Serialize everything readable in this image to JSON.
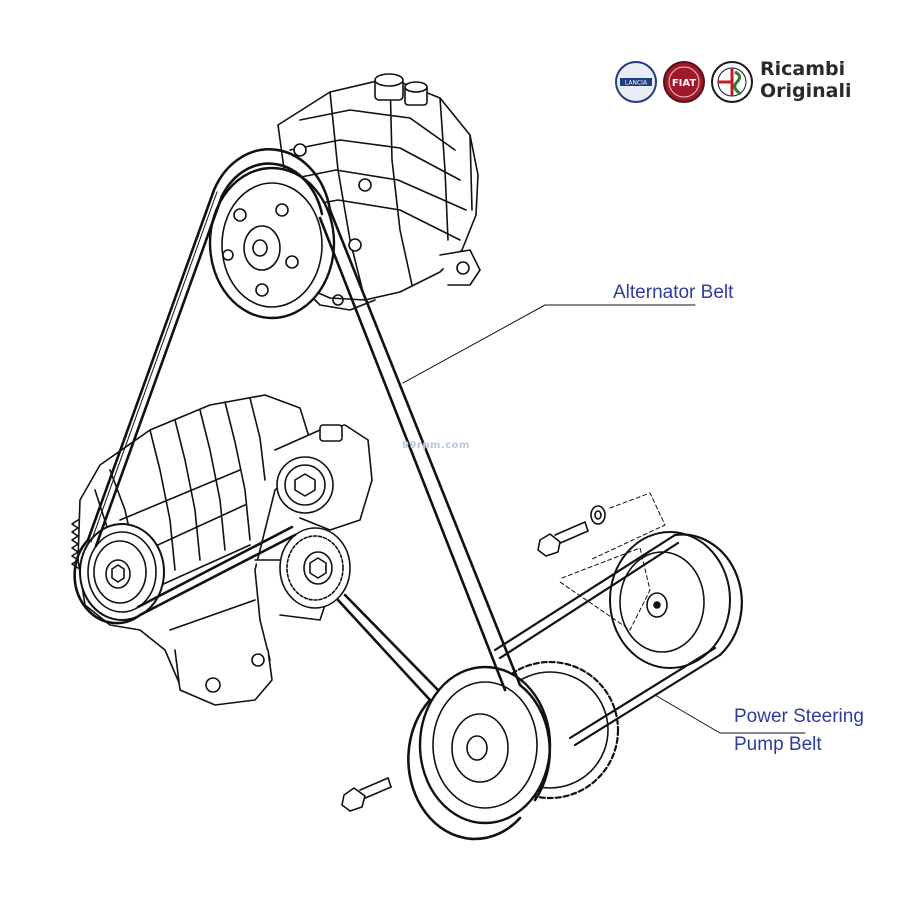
{
  "brand": {
    "logos": [
      "lancia-logo",
      "fiat-logo",
      "alfa-romeo-logo"
    ],
    "logo_lettering": [
      "LANCIA",
      "FIAT"
    ],
    "line1": "Ricambi",
    "line2": "Originali"
  },
  "watermark": "99rpm.com",
  "labels": {
    "alternator_belt": "Alternator Belt",
    "power_steering_line1": "Power Steering",
    "power_steering_line2": "Pump Belt"
  },
  "colors": {
    "label_text": "#2e3d9b",
    "line_art": "#111111",
    "lancia_blue": "#1f3c88",
    "fiat_red": "#a0182c"
  }
}
